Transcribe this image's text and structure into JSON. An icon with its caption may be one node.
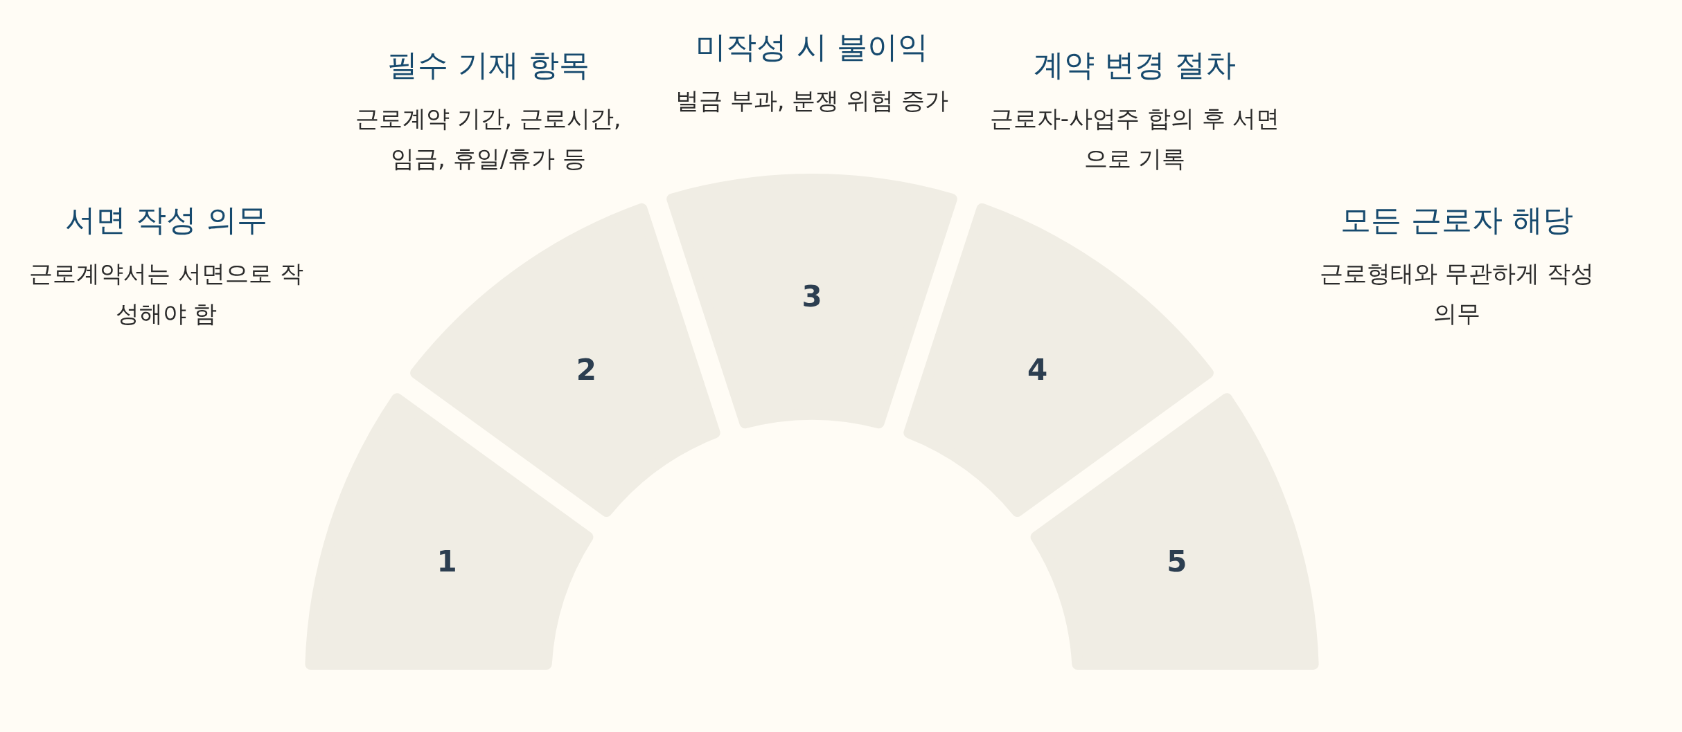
{
  "diagram": {
    "nodes": [
      {
        "text": [
          "1"
        ],
        "beside": [
          "서면 작성 의무",
          "근로계약서는 서면으로 작성해야 함"
        ]
      },
      {
        "text": [
          "2"
        ],
        "beside": [
          "필수 기재 항목",
          "근로계약 기간, 근로시간, 임금, 휴일/휴가 등"
        ]
      },
      {
        "text": [
          "3"
        ],
        "beside": [
          "미작성 시 불이익",
          "벌금 부과, 분쟁 위험 증가"
        ]
      },
      {
        "text": [
          "4"
        ],
        "beside": [
          "계약 변경 절차",
          "근로자-사업주 합의 후 서면으로 기록"
        ]
      },
      {
        "text": [
          "5"
        ],
        "beside": [
          "모든 근로자 해당",
          "근로형태와 무관하게 작성 의무"
        ]
      }
    ]
  }
}
